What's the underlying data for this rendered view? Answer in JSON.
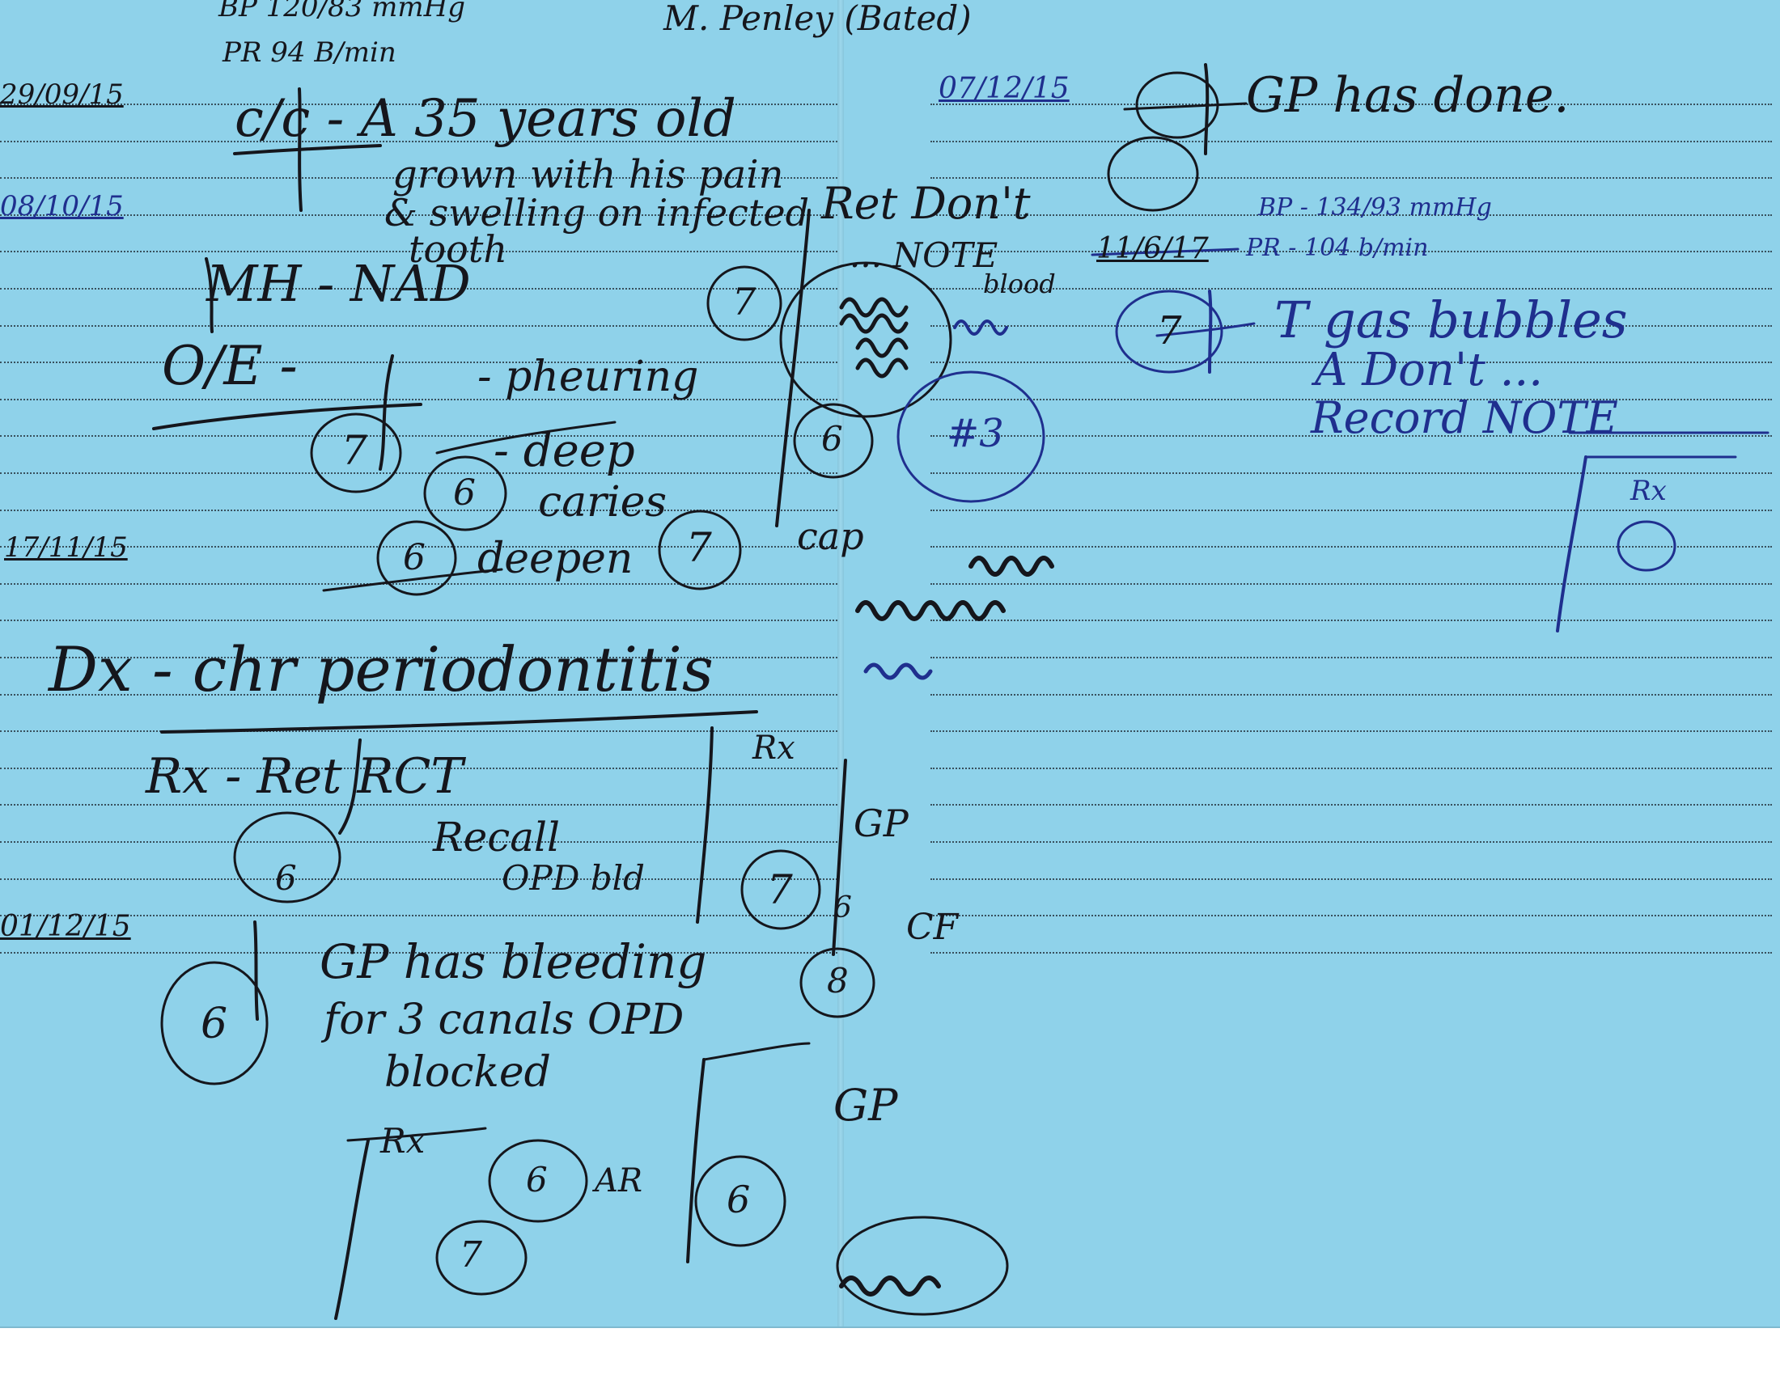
{
  "page": {
    "paper_color": "#8fd2ea",
    "ink_black": "#15161c",
    "ink_blue": "#1f2f8e"
  },
  "left_page": {
    "vitals_bp": "BP 120/83 mmHg",
    "vitals_pr": "PR 94 B/min",
    "signature": "M. Penley (Bated)",
    "date_1": "29/09/15",
    "date_2": "08/10/15",
    "date_3": "17/11/15",
    "date_4": "01/12/15",
    "complaint": "c/c - A 35 years old",
    "complaint_2": "grown with his pain",
    "complaint_3": "& swelling on infected",
    "complaint_4": "tooth",
    "history": "MH - NAD",
    "exam_label": "O/E -",
    "exam_1": "- pheuring",
    "exam_2": "- deep",
    "exam_3": "caries",
    "exam_4": "deepen",
    "tooth_7": "7",
    "tooth_6": "6",
    "diagnosis": "Dx - chr periodontitis",
    "plan": "Rx - Ret RCT",
    "plan_2": "Recall",
    "plan_3": "OPD bld",
    "note_1": "GP has bleeding",
    "note_2": "for 3 canals OPD",
    "note_3": "blocked",
    "note_rx": "Rx",
    "note_cf": "CF",
    "note_ar": "AR",
    "note_gp_1": "GP",
    "note_gp_2": "GP",
    "ret_note": "Ret Don't",
    "ret_note_2": "... NOTE",
    "ret_note_3": "blood",
    "hash_3": "#3",
    "cap": "cap",
    "tooth_8": "8"
  },
  "right_page": {
    "date_5": "07/12/15",
    "note_gp_done": "GP has done.",
    "vitals_bp": "BP - 134/93 mmHg",
    "date_6": "11/6/17",
    "vitals_pr": "PR - 104 b/min",
    "note_1": "T gas bubbles",
    "note_2": "A Don't ...",
    "note_3": "Record NOTE",
    "rx_label": "Rx"
  }
}
